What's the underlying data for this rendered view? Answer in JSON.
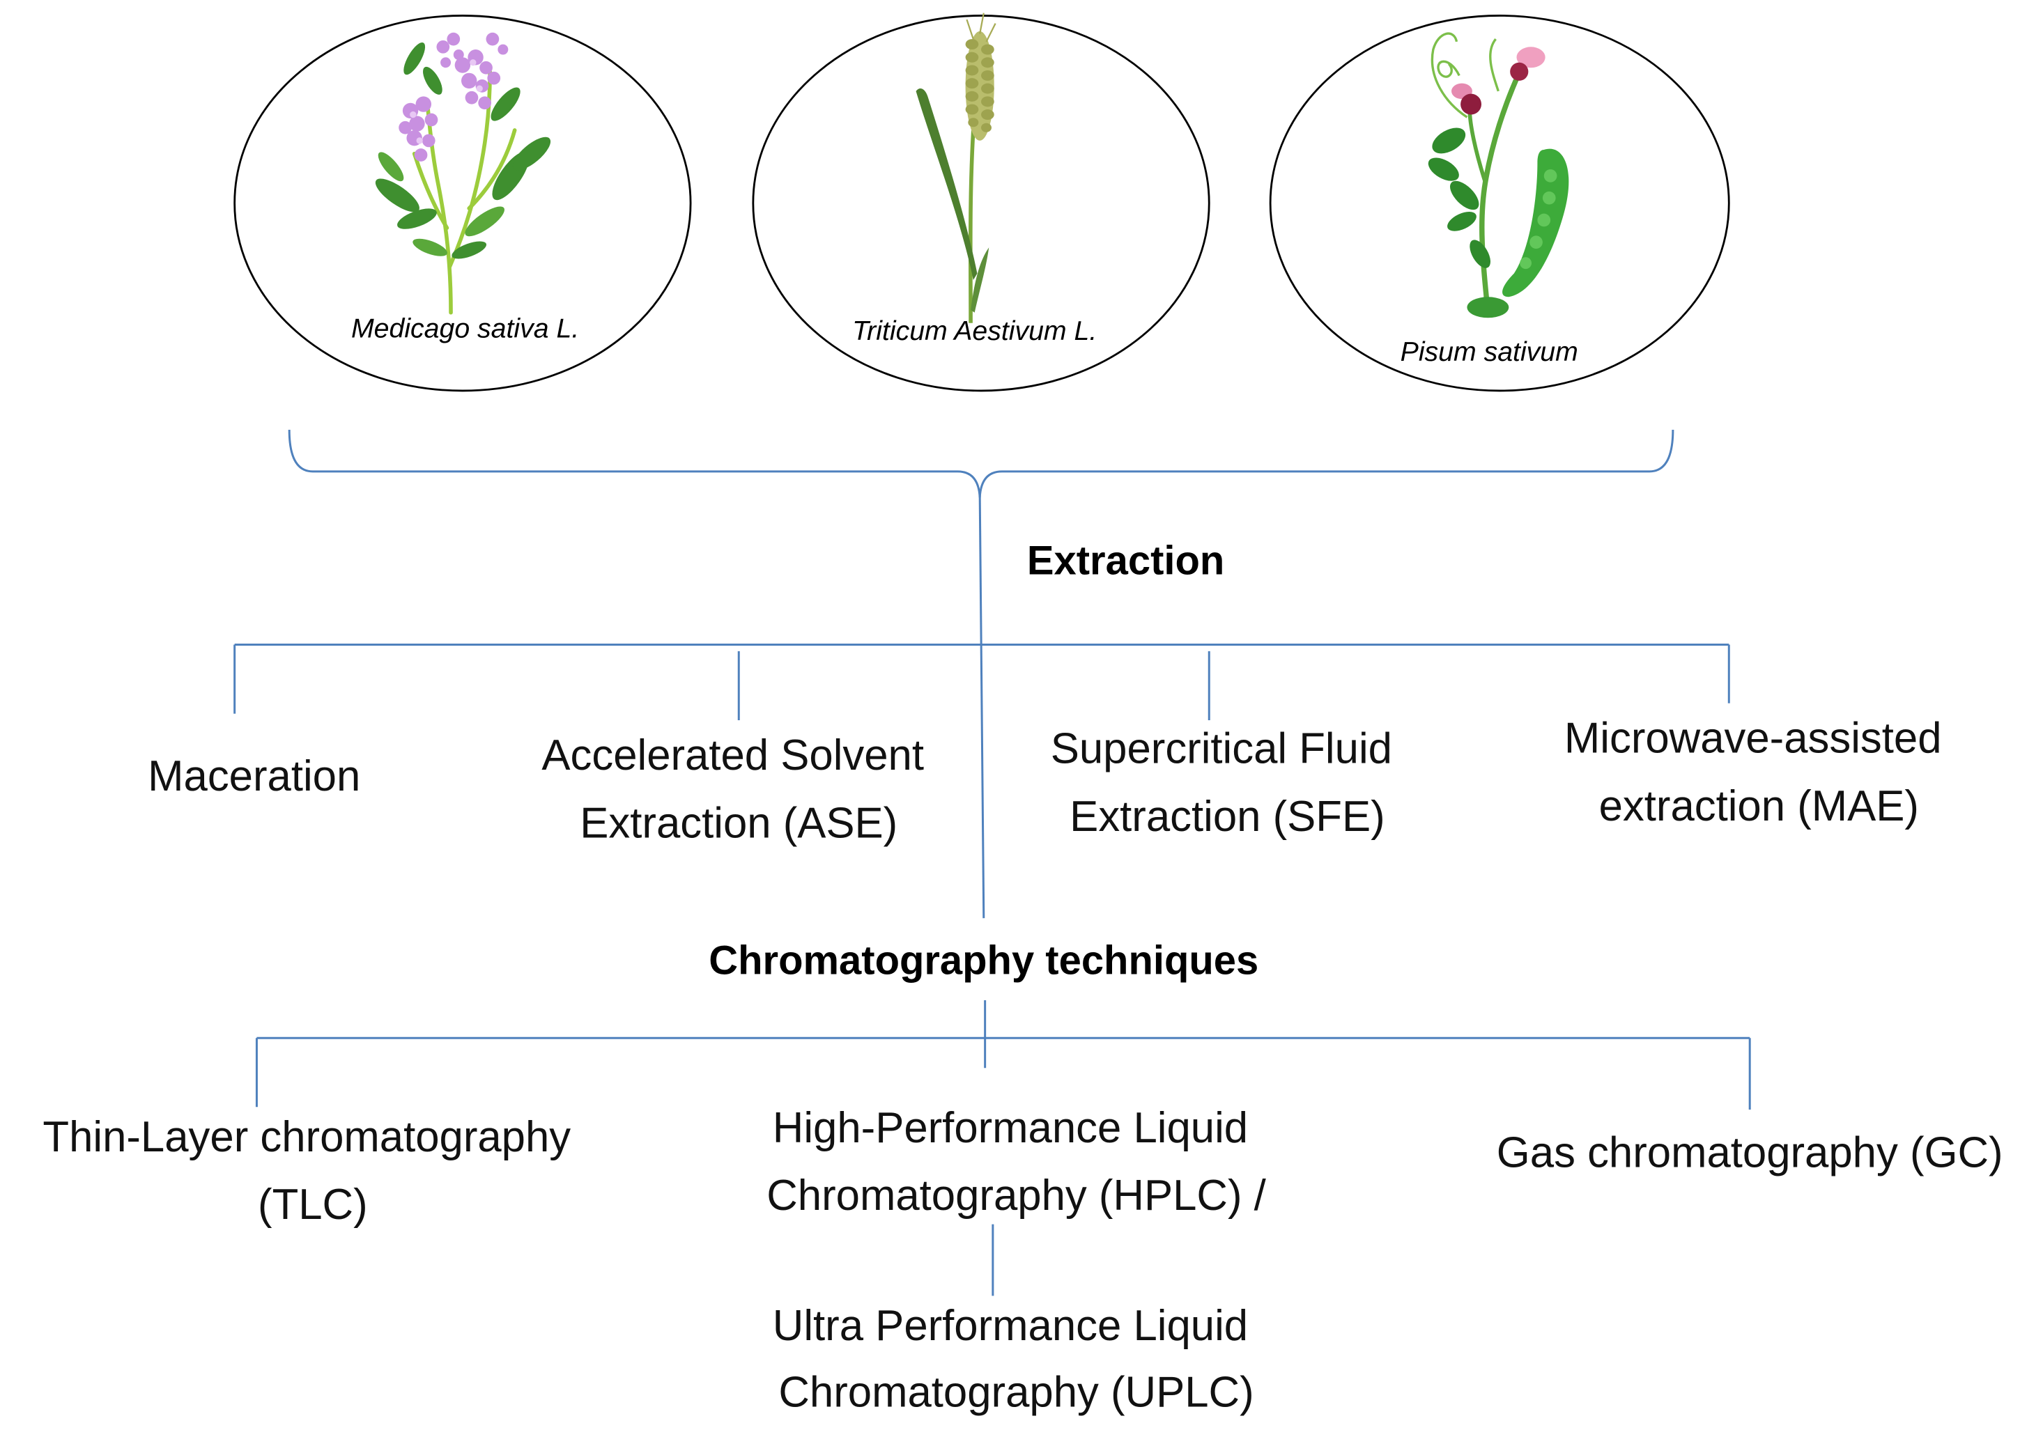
{
  "plants": [
    {
      "label": "Medicago sativa L.",
      "illustration": "alfalfa-plant"
    },
    {
      "label": "Triticum Aestivum L.",
      "illustration": "wheat-plant"
    },
    {
      "label": "Pisum sativum",
      "illustration": "pea-plant"
    }
  ],
  "extraction": {
    "heading": "Extraction",
    "methods": [
      {
        "lines": [
          "Maceration"
        ]
      },
      {
        "lines": [
          "Accelerated Solvent",
          "Extraction (ASE)"
        ]
      },
      {
        "lines": [
          "Supercritical Fluid",
          "Extraction (SFE)"
        ]
      },
      {
        "lines": [
          "Microwave-assisted",
          "extraction (MAE)"
        ]
      }
    ]
  },
  "chromatography": {
    "heading": "Chromatography techniques",
    "techniques": [
      {
        "lines": [
          "Thin-Layer chromatography",
          "(TLC)"
        ]
      },
      {
        "lines": [
          "High-Performance Liquid",
          "Chromatography (HPLC) /"
        ]
      },
      {
        "lines": [
          "Ultra Performance Liquid",
          "Chromatography (UPLC)"
        ]
      },
      {
        "lines": [
          "Gas chromatography (GC)"
        ]
      }
    ]
  },
  "colors": {
    "connector": "#4f81bd",
    "oval_outline": "#000000",
    "text": "#000000"
  }
}
